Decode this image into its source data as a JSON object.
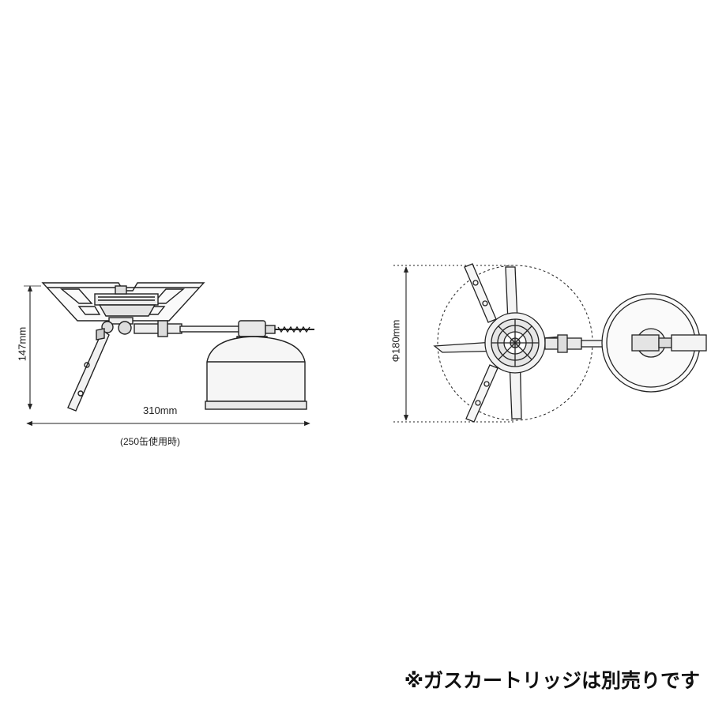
{
  "dimensions": {
    "width": "310mm",
    "width_note": "(250缶使用時)",
    "height": "147mm",
    "diameter": "Φ180mm"
  },
  "footnote": "※ガスカートリッジは別売りです",
  "icons": [
    "stove-side-view",
    "stove-top-view",
    "gas-canister"
  ]
}
